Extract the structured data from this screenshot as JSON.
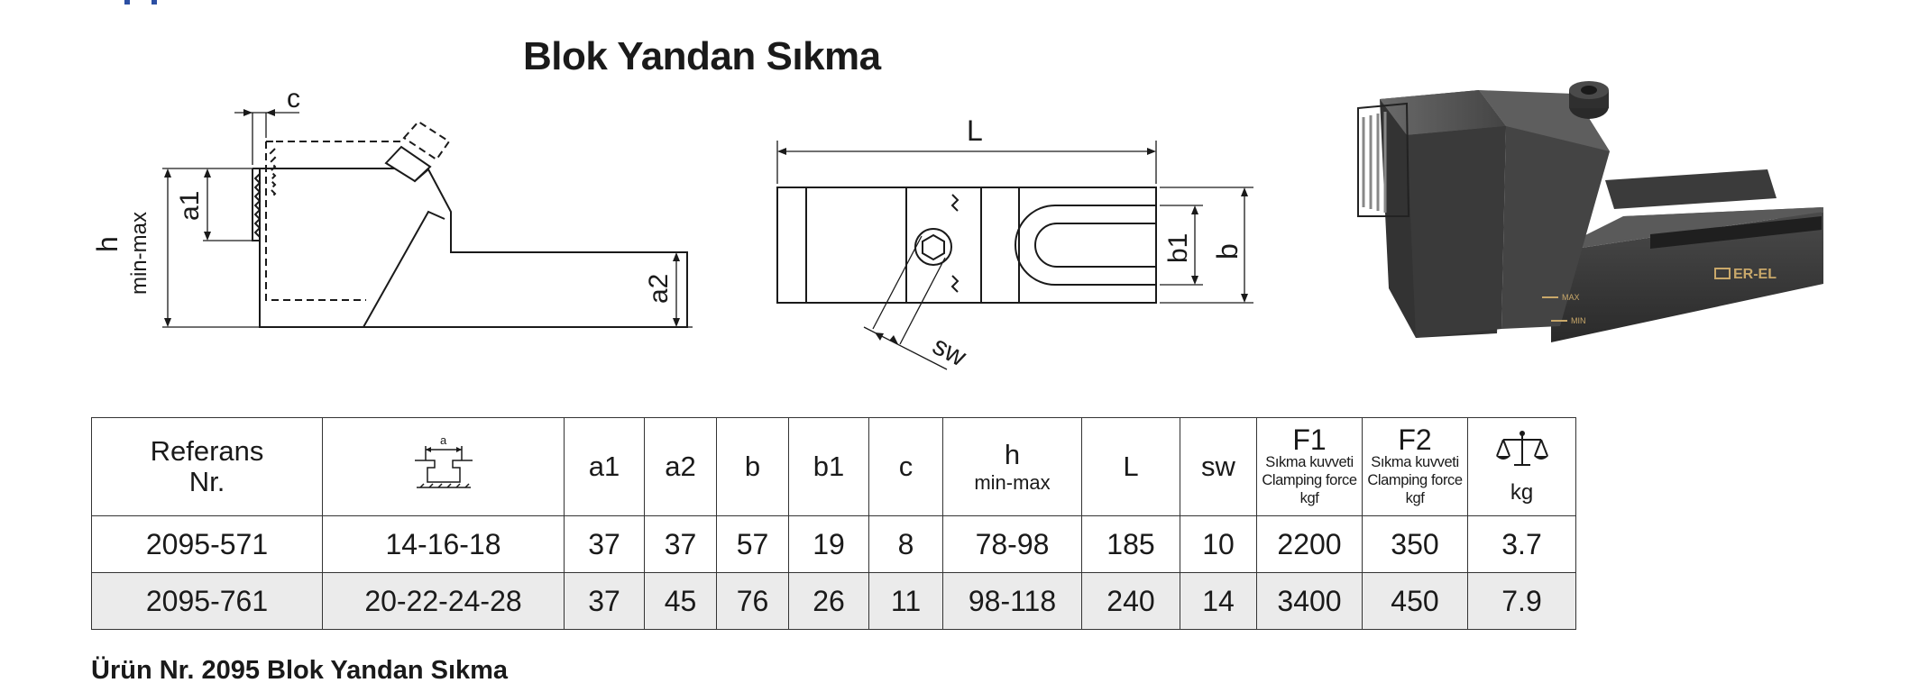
{
  "title": "Blok Yandan Sıkma",
  "footnote": "Ürün Nr. 2095 Blok Yandan Sıkma",
  "drawing_labels": {
    "c": "c",
    "a1": "a1",
    "h": "h",
    "min_max": "min-max",
    "a2": "a2",
    "L": "L",
    "b1": "b1",
    "b": "b",
    "sw": "sw"
  },
  "photo": {
    "brand": "ER-EL",
    "max_mark": "MAX",
    "min_mark": "MIN"
  },
  "table": {
    "headers": {
      "ref_line1": "Referans",
      "ref_line2": "Nr.",
      "slot_dim": "a",
      "a1": "a1",
      "a2": "a2",
      "b": "b",
      "b1": "b1",
      "c": "c",
      "h": "h",
      "h_sub": "min-max",
      "L": "L",
      "sw": "sw",
      "f1": "F1",
      "f2": "F2",
      "force_tr": "Sıkma kuvveti",
      "force_en": "Clamping force",
      "force_unit": "kgf",
      "kg": "kg"
    },
    "rows": [
      {
        "ref": "2095-571",
        "slot": "14-16-18",
        "a1": "37",
        "a2": "37",
        "b": "57",
        "b1": "19",
        "c": "8",
        "h": "78-98",
        "L": "185",
        "sw": "10",
        "f1": "2200",
        "f2": "350",
        "kg": "3.7"
      },
      {
        "ref": "2095-761",
        "slot": "20-22-24-28",
        "a1": "37",
        "a2": "45",
        "b": "76",
        "b1": "26",
        "c": "11",
        "h": "98-118",
        "L": "240",
        "sw": "14",
        "f1": "3400",
        "f2": "450",
        "kg": "7.9"
      }
    ]
  }
}
